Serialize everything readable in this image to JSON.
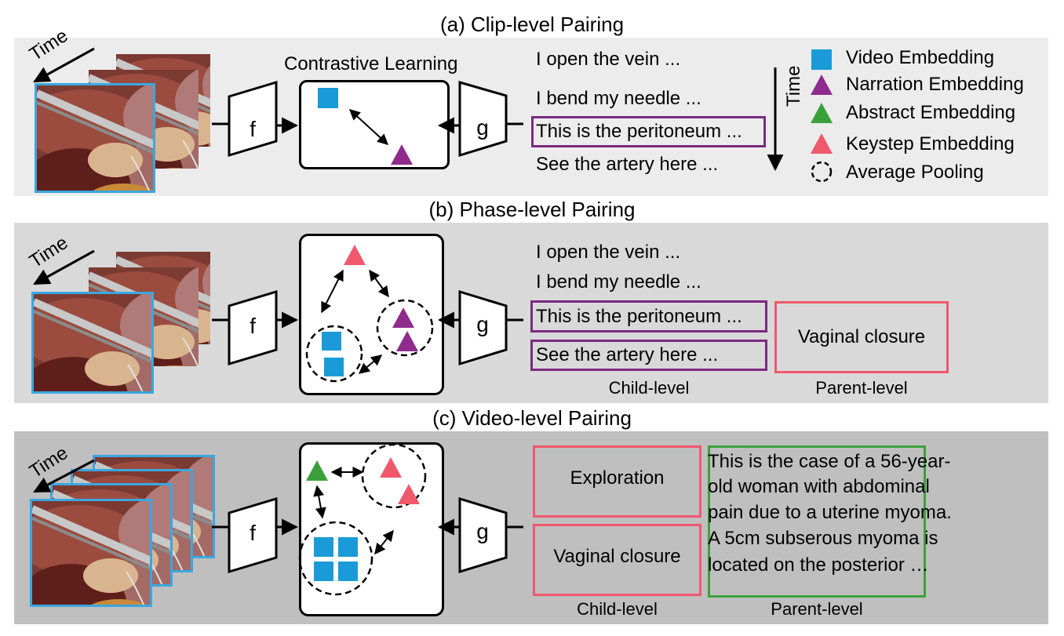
{
  "titles": {
    "a": "(a) Clip-level Pairing",
    "b": "(b) Phase-level Pairing",
    "c": "(c) Video-level Pairing"
  },
  "common": {
    "time": "Time",
    "encoder_f": "f",
    "encoder_g": "g"
  },
  "clip": {
    "contrastive": "Contrastive Learning",
    "narrations": [
      "I open the vein ...",
      "I bend my needle ...",
      "This is the peritoneum ...",
      "See the artery here ..."
    ]
  },
  "legend": {
    "items": [
      {
        "label": "Video Embedding",
        "shape": "square",
        "color": "#1a9bd7"
      },
      {
        "label": "Narration Embedding",
        "shape": "triangle",
        "color": "#8e2c8e"
      },
      {
        "label": "Abstract Embedding",
        "shape": "triangle",
        "color": "#3aa13a"
      },
      {
        "label": "Keystep Embedding",
        "shape": "triangle",
        "color": "#f0586c"
      },
      {
        "label": "Average Pooling",
        "shape": "dashed-circle",
        "color": "#000000"
      }
    ]
  },
  "phase": {
    "narrations": [
      "I open the vein ...",
      "I bend my needle ...",
      "This is the peritoneum ...",
      "See the artery here ..."
    ],
    "parent_text": "Vaginal closure",
    "child_label": "Child-level",
    "parent_label": "Parent-level"
  },
  "video": {
    "child_texts": [
      "Exploration",
      "Vaginal closure"
    ],
    "abstract_lines": [
      "This is the case of a 56-year-",
      "old woman with abdominal",
      "pain due to a uterine myoma.",
      "A 5cm subserous myoma is",
      "located on the posterior …"
    ],
    "child_label": "Child-level",
    "parent_label": "Parent-level"
  },
  "colors": {
    "video_embedding": "#1a9bd7",
    "narration_embedding": "#8e2c8e",
    "abstract_embedding": "#3aa13a",
    "keystep_embedding": "#f0586c",
    "narration_box": "#7a2a80",
    "keystep_box": "#f0586c",
    "abstract_box": "#3aa13a",
    "frame_border": "#3aa7e0",
    "panel_a_bg": "#ececec",
    "panel_b_bg": "#d9d9d9",
    "panel_c_bg": "#bfbfbf"
  }
}
